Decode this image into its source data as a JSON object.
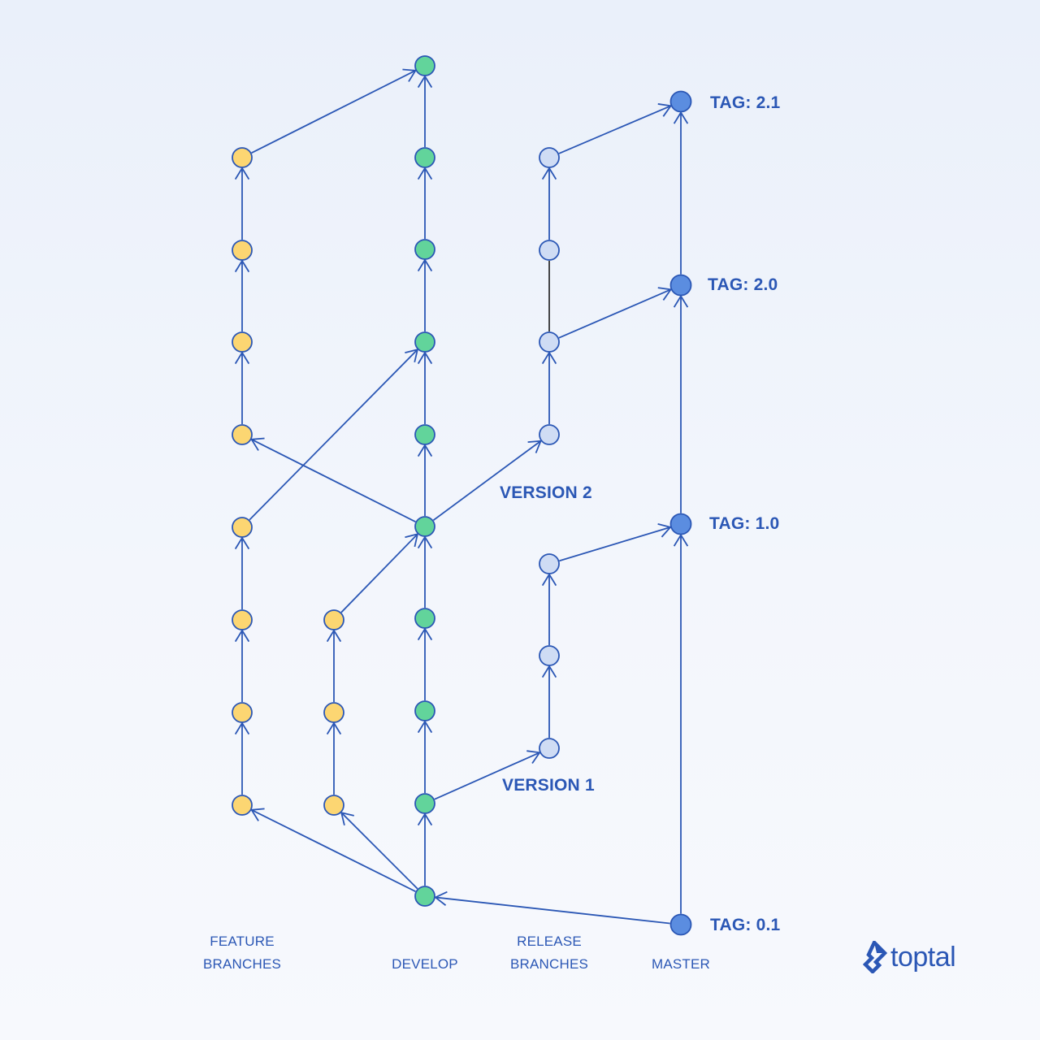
{
  "colors": {
    "line": "#2b57b5",
    "feature": "#fcd672",
    "develop": "#62d49b",
    "release": "#cfdcf4",
    "master": "#5b8de0",
    "text": "#2b57b5"
  },
  "columns": {
    "feature_line1": "FEATURE",
    "feature_line2": "BRANCHES",
    "develop": "DEVELOP",
    "release_line1": "RELEASE",
    "release_line2": "BRANCHES",
    "master": "MASTER"
  },
  "tags": {
    "t01": "TAG: 0.1",
    "t10": "TAG: 1.0",
    "t20": "TAG: 2.0",
    "t21": "TAG: 2.1"
  },
  "versions": {
    "v1": "VERSION 1",
    "v2": "VERSION 2"
  },
  "logo": {
    "text": "toptal",
    "icon": "toptal-logo-icon"
  },
  "nodes": [
    {
      "id": "d0",
      "branch": "develop"
    },
    {
      "id": "d1",
      "branch": "develop"
    },
    {
      "id": "d2",
      "branch": "develop"
    },
    {
      "id": "d3",
      "branch": "develop"
    },
    {
      "id": "d4",
      "branch": "develop"
    },
    {
      "id": "d5",
      "branch": "develop"
    },
    {
      "id": "d6",
      "branch": "develop"
    },
    {
      "id": "d7",
      "branch": "develop"
    },
    {
      "id": "d8",
      "branch": "develop"
    },
    {
      "id": "d9",
      "branch": "develop"
    },
    {
      "id": "fa0",
      "branch": "feature"
    },
    {
      "id": "fa1",
      "branch": "feature"
    },
    {
      "id": "fa2",
      "branch": "feature"
    },
    {
      "id": "fa3",
      "branch": "feature"
    },
    {
      "id": "fa4",
      "branch": "feature"
    },
    {
      "id": "fa5",
      "branch": "feature"
    },
    {
      "id": "fa6",
      "branch": "feature"
    },
    {
      "id": "fa7",
      "branch": "feature"
    },
    {
      "id": "fb0",
      "branch": "feature"
    },
    {
      "id": "fb1",
      "branch": "feature"
    },
    {
      "id": "fb2",
      "branch": "feature"
    },
    {
      "id": "r0",
      "branch": "release"
    },
    {
      "id": "r1",
      "branch": "release"
    },
    {
      "id": "r2",
      "branch": "release"
    },
    {
      "id": "r3",
      "branch": "release"
    },
    {
      "id": "r4",
      "branch": "release"
    },
    {
      "id": "r5",
      "branch": "release"
    },
    {
      "id": "r6",
      "branch": "release"
    },
    {
      "id": "m0",
      "branch": "master"
    },
    {
      "id": "m1",
      "branch": "master"
    },
    {
      "id": "m2",
      "branch": "master"
    },
    {
      "id": "m3",
      "branch": "master"
    }
  ],
  "edges": [
    [
      "d0",
      "d1"
    ],
    [
      "d1",
      "d2"
    ],
    [
      "d2",
      "d3"
    ],
    [
      "d3",
      "d4"
    ],
    [
      "d4",
      "d5"
    ],
    [
      "d5",
      "d6"
    ],
    [
      "d6",
      "d7"
    ],
    [
      "d7",
      "d8"
    ],
    [
      "d8",
      "d9"
    ],
    [
      "fa0",
      "fa1"
    ],
    [
      "fa1",
      "fa2"
    ],
    [
      "fa2",
      "fa3"
    ],
    [
      "fa4",
      "fa5"
    ],
    [
      "fa5",
      "fa6"
    ],
    [
      "fa6",
      "fa7"
    ],
    [
      "fb0",
      "fb1"
    ],
    [
      "fb1",
      "fb2"
    ],
    [
      "r0",
      "r1"
    ],
    [
      "r1",
      "r2"
    ],
    [
      "r3",
      "r4"
    ],
    [
      "r4",
      "r5"
    ],
    [
      "r5",
      "r6"
    ],
    [
      "m0",
      "m1"
    ],
    [
      "m1",
      "m2"
    ],
    [
      "m2",
      "m3"
    ],
    [
      "d0",
      "fa0"
    ],
    [
      "d0",
      "fb0"
    ],
    [
      "m0",
      "d0"
    ],
    [
      "d1",
      "r0"
    ],
    [
      "fb2",
      "d4"
    ],
    [
      "fa3",
      "d6"
    ],
    [
      "d4",
      "fa4"
    ],
    [
      "d4",
      "r3"
    ],
    [
      "fa7",
      "d9"
    ],
    [
      "r2",
      "m1"
    ],
    [
      "r4",
      "m2"
    ],
    [
      "r6",
      "m3"
    ]
  ],
  "plain_edges": [
    [
      "r4",
      "r5"
    ]
  ]
}
